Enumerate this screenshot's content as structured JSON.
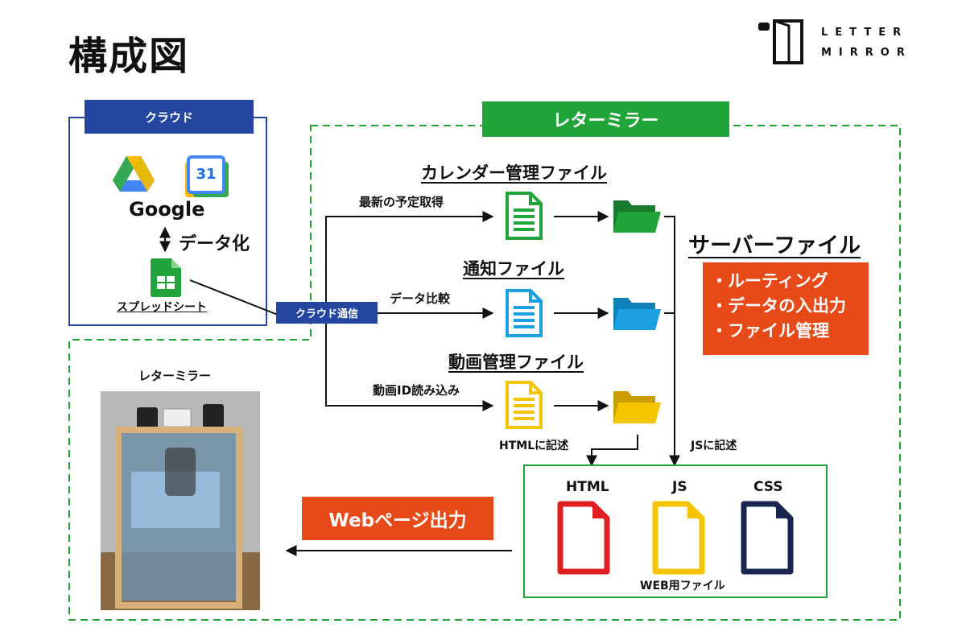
{
  "title": "構成図",
  "logo": {
    "line1": "LETTER",
    "line2": "MIRROR"
  },
  "cloud": {
    "badge": "クラウド",
    "google_label": "Google",
    "calendar_number": "31",
    "data_conversion": "データ化",
    "spreadsheet_label": "スプレッドシート",
    "comm_label": "クラウド通信"
  },
  "mirror": {
    "badge": "レターミラー",
    "photo_label": "レターミラー",
    "files": [
      {
        "heading": "カレンダー管理ファイル",
        "action": "最新の予定取得",
        "color": "#21a53a"
      },
      {
        "heading": "通知ファイル",
        "action": "データ比較",
        "color": "#1a9fe0"
      },
      {
        "heading": "動画管理ファイル",
        "action": "動画ID読み込み",
        "color": "#f5c400"
      }
    ],
    "server": {
      "title": "サーバーファイル",
      "items": [
        "・ルーティング",
        "・データの入出力",
        "・ファイル管理"
      ]
    },
    "html_note": "HTMLに記述",
    "js_note": "JSに記述",
    "web_files": {
      "items": [
        {
          "label": "HTML",
          "color": "#e02020"
        },
        {
          "label": "JS",
          "color": "#f5c400"
        },
        {
          "label": "CSS",
          "color": "#1b2552"
        }
      ],
      "caption": "WEB用ファイル"
    },
    "web_output": "Webページ出力"
  }
}
